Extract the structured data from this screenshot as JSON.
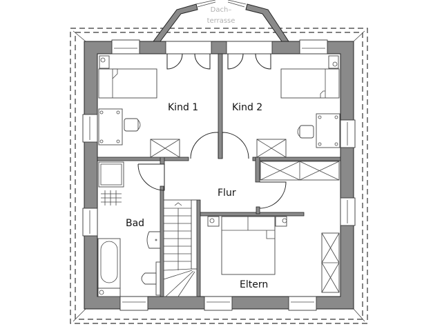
{
  "plan": {
    "type": "floor-plan",
    "level": "upper floor",
    "colors": {
      "wall_fill": "#8a8a8a",
      "line": "#222222",
      "background": "#ffffff",
      "roof_label": "#b0b0b0"
    },
    "rooms": [
      {
        "id": "kind1",
        "label": "Kind  1"
      },
      {
        "id": "kind2",
        "label": "Kind  2"
      },
      {
        "id": "flur",
        "label": "Flur"
      },
      {
        "id": "bad",
        "label": "Bad"
      },
      {
        "id": "eltern",
        "label": "Eltern"
      }
    ],
    "roof_terrace": {
      "line1": "Dach–",
      "line2": "terrasse"
    }
  }
}
